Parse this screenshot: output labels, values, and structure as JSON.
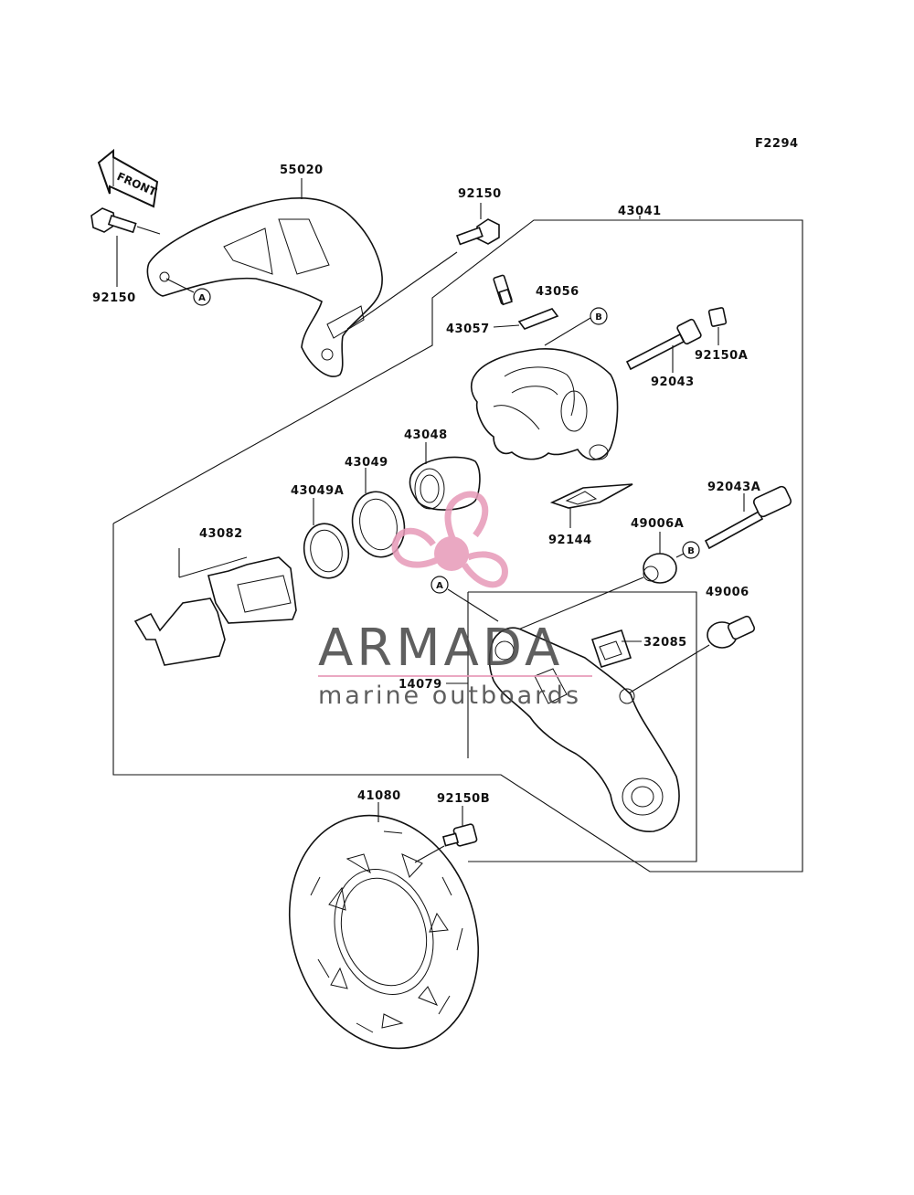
{
  "figure_code": "F2294",
  "front_label": "FRONT",
  "callouts": {
    "p55020": "55020",
    "p92150_left": "92150",
    "p92150_top": "92150",
    "p43041": "43041",
    "p43056": "43056",
    "p43057": "43057",
    "p92043": "92043",
    "p92150A": "92150A",
    "p43048": "43048",
    "p43049": "43049",
    "p43049A": "43049A",
    "p43082": "43082",
    "p92144": "92144",
    "p92043A": "92043A",
    "p49006A": "49006A",
    "p49006": "49006",
    "p32085": "32085",
    "p14079": "14079",
    "p41080": "41080",
    "p92150B": "92150B"
  },
  "reference_marks": {
    "a1": "A",
    "a2": "A",
    "b1": "B",
    "b2": "B"
  },
  "watermark": {
    "brand": "ARMADA",
    "tagline": "marine outboards",
    "colors": {
      "text": "#444444",
      "accent": "#e79ab8"
    }
  }
}
